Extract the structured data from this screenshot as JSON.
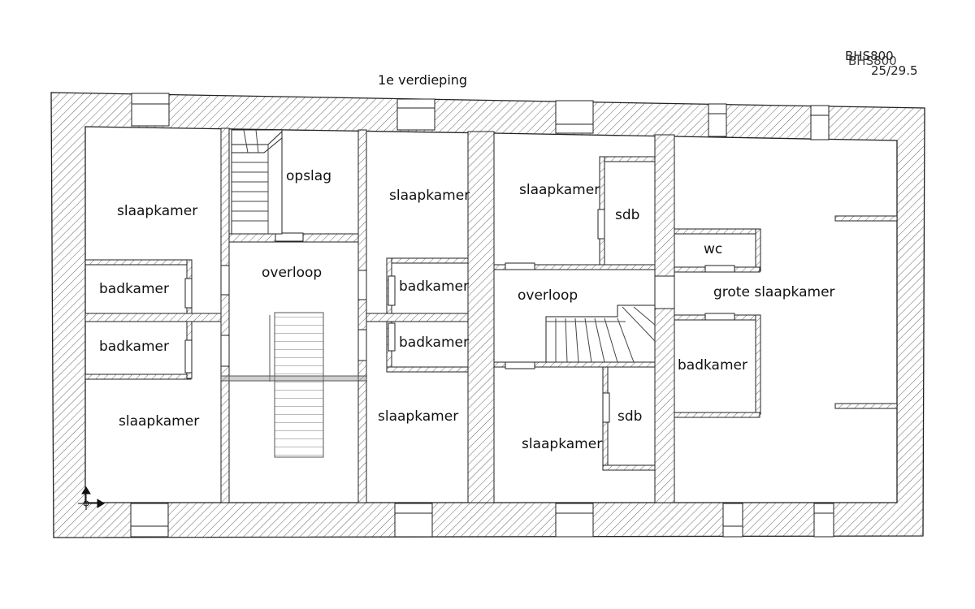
{
  "title": "1e verdieping",
  "rooms": {
    "slaapkamer_1": "slaapkamer",
    "opslag": "opslag",
    "slaapkamer_2": "slaapkamer",
    "slaapkamer_3": "slaapkamer",
    "sdb_1": "sdb",
    "wc": "wc",
    "badkamer_1": "badkamer",
    "overloop_1": "overloop",
    "badkamer_2": "badkamer",
    "overloop_2": "overloop",
    "grote_slaapkamer": "grote slaapkamer",
    "badkamer_3": "badkamer",
    "badkamer_4": "badkamer",
    "badkamer_5": "badkamer",
    "slaapkamer_4": "slaapkamer",
    "slaapkamer_5": "slaapkamer",
    "slaapkamer_6": "slaapkamer",
    "sdb_2": "sdb"
  },
  "stamp": {
    "line1": "BHS800",
    "line2": "25/29.5"
  },
  "colors": {
    "wall_hatch": "#555555",
    "line": "#222222",
    "background": "#ffffff"
  }
}
